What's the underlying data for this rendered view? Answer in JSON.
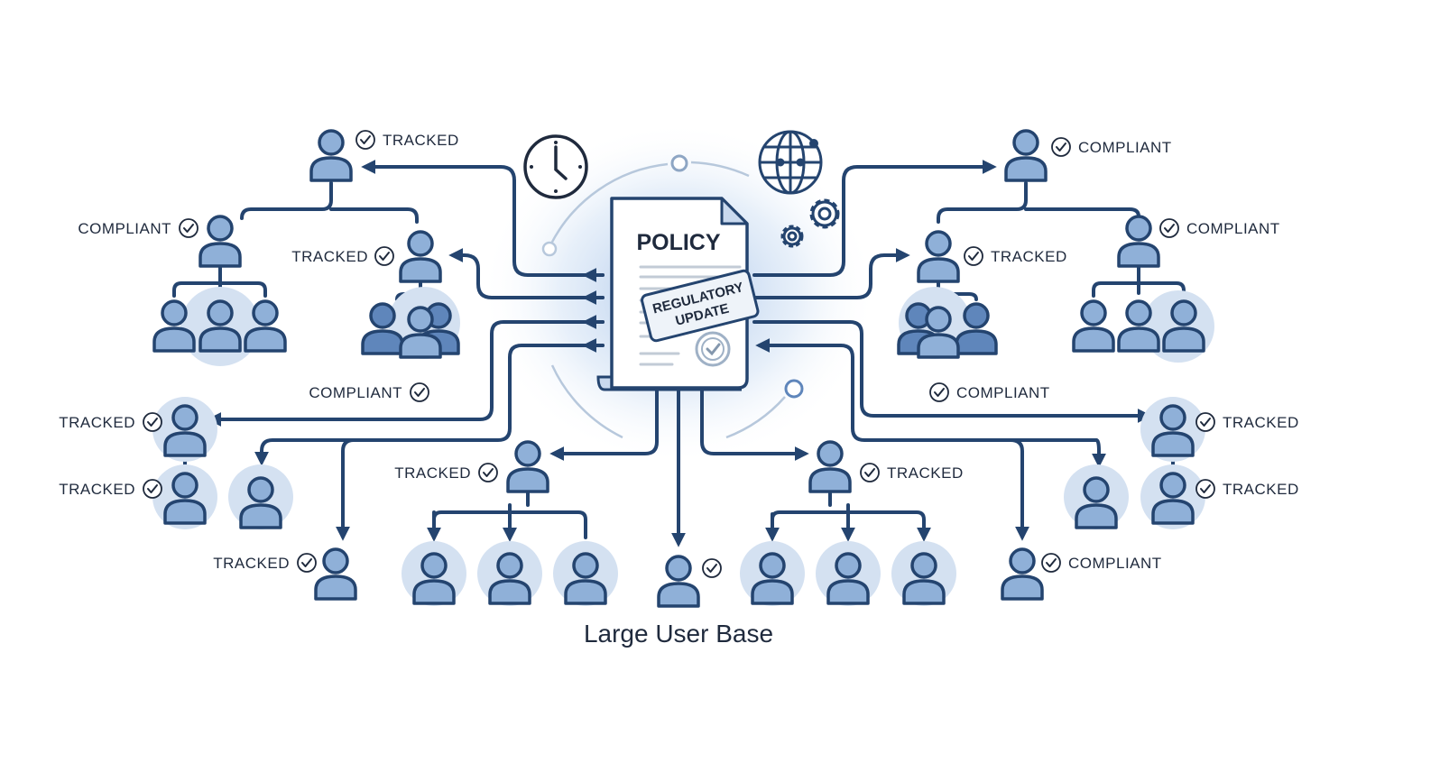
{
  "title": "Large User Base",
  "document": {
    "heading": "POLICY",
    "stamp_line1": "REGULATORY",
    "stamp_line2": "UPDATE"
  },
  "labels": [
    "TRACKED",
    "COMPLIANT",
    "TRACKED",
    "COMPLIANT",
    "TRACKED",
    "TRACKED",
    "TRACKED",
    "TRACKED",
    "TRACKED",
    "COMPLIANT",
    "TRACKED",
    "TRACKED",
    "COMPLIANT",
    "COMPLIANT",
    "COMPLIANT",
    "TRACKED"
  ],
  "colors": {
    "stroke": "#24446f",
    "person_fill": "#8fb0d8",
    "person_dark": "#5f86bb",
    "halo": "#d4e1f1",
    "glow": "#b9d0ee"
  }
}
